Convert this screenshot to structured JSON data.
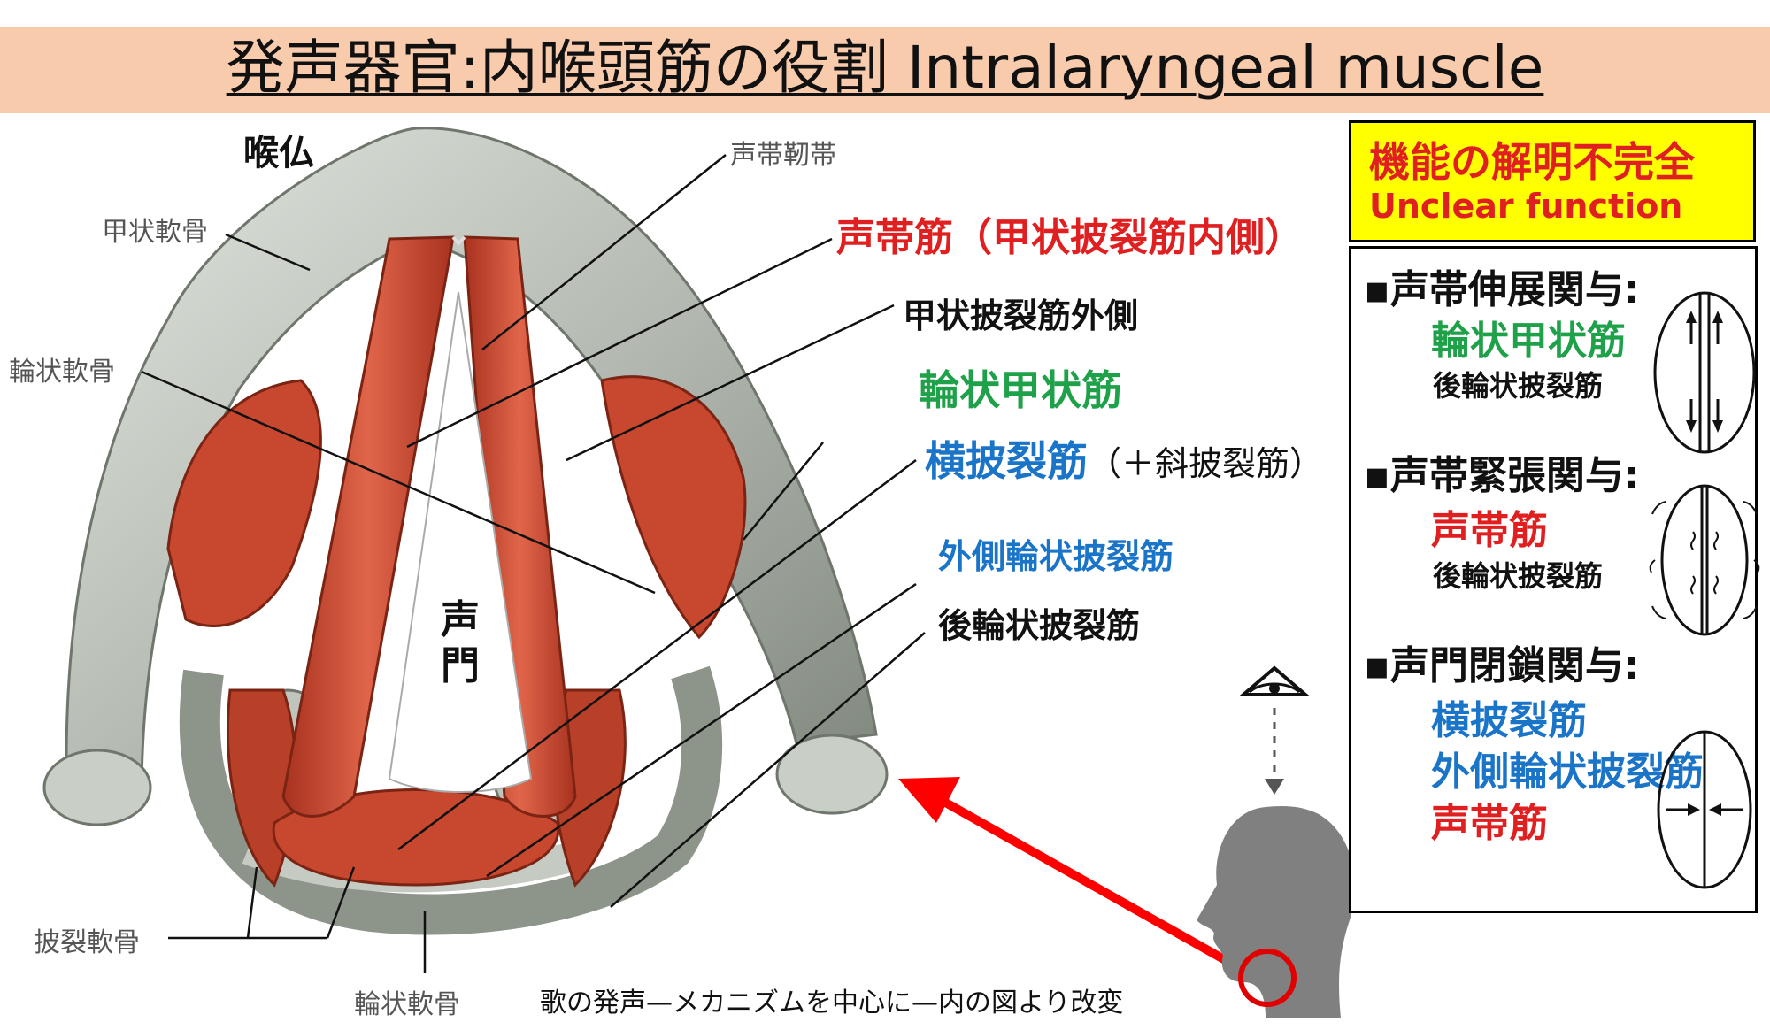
{
  "title": "発声器官:内喉頭筋の役割 Intralaryngeal muscle",
  "labels": {
    "adams_apple": "喉仏",
    "thyroid_cartilage": "甲状軟骨",
    "cricoid_cartilage_left": "輪状軟骨",
    "arytenoid_cartilage": "披裂軟骨",
    "cricoid_cartilage_bottom": "輪状軟骨",
    "vocal_ligament": "声帯靭帯",
    "glottis": "声門",
    "caption": "歌の発声—メカニズムを中心に—内の図より改変"
  },
  "muscles": {
    "vocalis": "声帯筋（甲状披裂筋内側）",
    "thyroarytenoid_lateral": "甲状披裂筋外側",
    "cricothyroid": "輪状甲状筋",
    "transverse_arytenoid": "横披裂筋",
    "oblique_arytenoid": "（＋斜披裂筋）",
    "lateral_cricoarytenoid": "外側輪状披裂筋",
    "posterior_cricoarytenoid": "後輪状披裂筋"
  },
  "notice": {
    "ja": "機能の解明不完全",
    "en": "Unclear function"
  },
  "panel": {
    "section1": {
      "heading": "▪声帯伸展関与:",
      "main": "輪状甲状筋",
      "sub": "後輪状披裂筋"
    },
    "section2": {
      "heading": "▪声帯緊張関与:",
      "main": "声帯筋",
      "sub": "後輪状披裂筋"
    },
    "section3": {
      "heading": "▪声門閉鎖関与:",
      "items": [
        "横披裂筋",
        "外側輪状披裂筋",
        "声帯筋"
      ]
    }
  },
  "colors": {
    "red": "#e02020",
    "green": "#1fa14a",
    "blue": "#1a74c8",
    "yellow": "#ffff00",
    "title_bar": "#f8cbad",
    "muscle": "#c8472f",
    "cartilage": "#b7bdb5"
  },
  "icons": [
    "eye-icon",
    "head-silhouette-icon",
    "vocal-fold-stretch-icon",
    "vocal-fold-tension-icon",
    "vocal-fold-closure-icon"
  ]
}
